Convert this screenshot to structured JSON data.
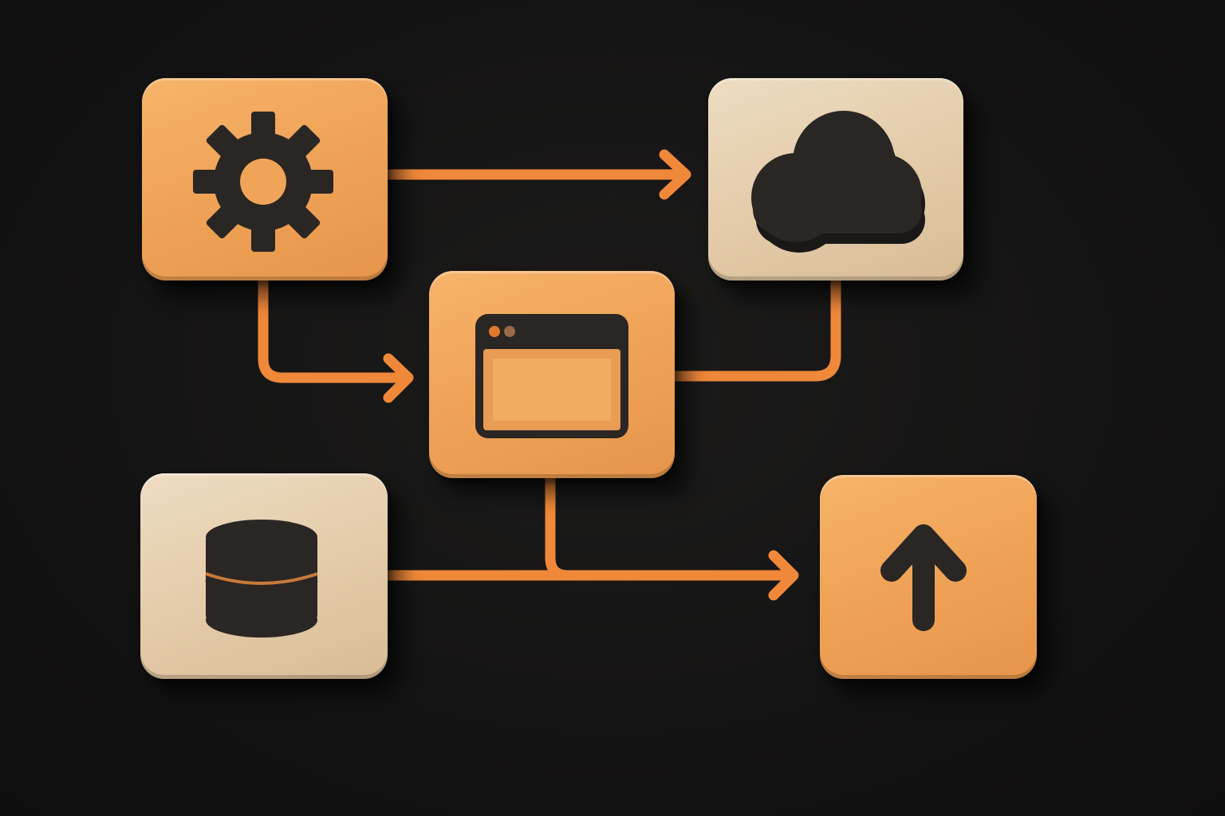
{
  "diagram": {
    "nodes": [
      {
        "id": "settings",
        "icon": "gear-icon",
        "color": "#f0a458"
      },
      {
        "id": "cloud",
        "icon": "cloud-icon",
        "color": "#e3caa8"
      },
      {
        "id": "app-window",
        "icon": "browser-window-icon",
        "color": "#f0a458"
      },
      {
        "id": "database",
        "icon": "database-icon",
        "color": "#e3caa8"
      },
      {
        "id": "upload",
        "icon": "arrow-up-icon",
        "color": "#f0a458"
      }
    ],
    "edges": [
      {
        "from": "settings",
        "to": "cloud",
        "arrow": true
      },
      {
        "from": "settings",
        "to": "app-window",
        "arrow": true
      },
      {
        "from": "app-window",
        "to": "cloud",
        "arrow": false
      },
      {
        "from": "database",
        "to": "upload",
        "arrow": true
      },
      {
        "from": "app-window",
        "to": "upload",
        "arrow": false
      }
    ],
    "colors": {
      "background": "#141313",
      "connector": "#f0883a",
      "icon": "#2a2624",
      "tile_orange": "#f0a458",
      "tile_beige": "#e3caa8"
    }
  }
}
